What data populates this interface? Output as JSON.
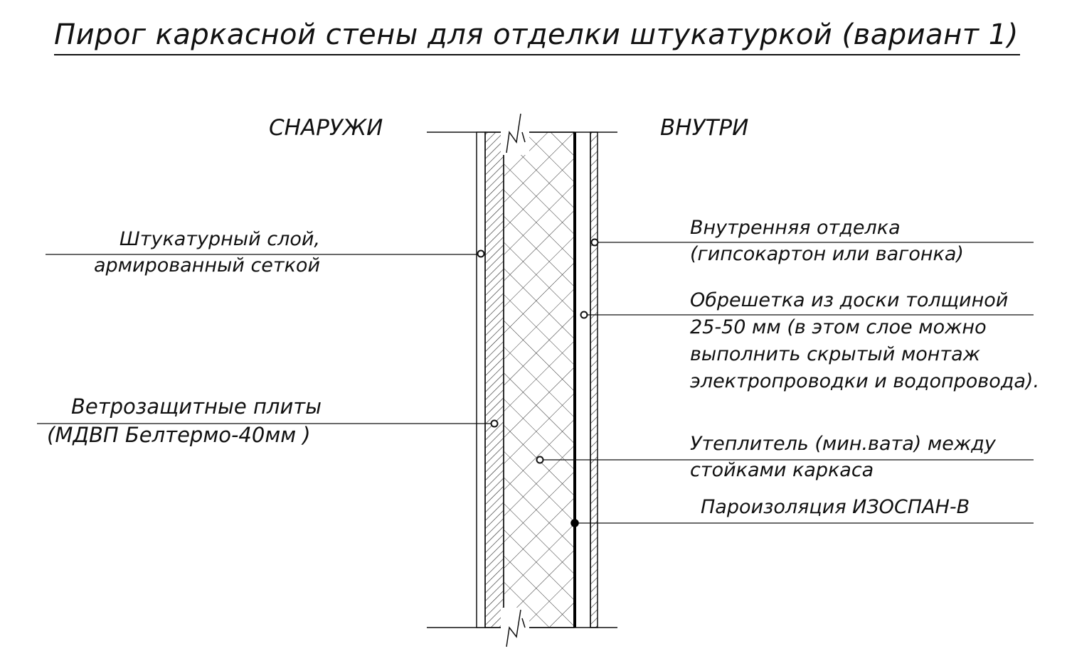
{
  "title": "Пирог каркасной стены для отделки штукатуркой (вариант 1)",
  "sides": {
    "outside": "СНАРУЖИ",
    "inside": "ВНУТРИ"
  },
  "left_labels": {
    "plaster_line1": "Штукатурный слой,",
    "plaster_line2": "армированный сеткой",
    "windboard_line1": "Ветрозащитные плиты",
    "windboard_line2": "(МДВП Белтермо-40мм )"
  },
  "right_labels": {
    "finish_line1": "Внутренняя отделка",
    "finish_line2": "(гипсокартон или вагонка)",
    "batten_line1": "Обрешетка из доски толщиной",
    "batten_line2": "25-50 мм (в этом слое можно",
    "batten_line3": "выполнить скрытый монтаж",
    "batten_line4": "электропроводки и водопровода).",
    "insulation_line1": "Утеплитель (мин.вата) между",
    "insulation_line2": "стойками каркаса",
    "vapor_line1": "Пароизоляция ИЗОСПАН-В"
  }
}
